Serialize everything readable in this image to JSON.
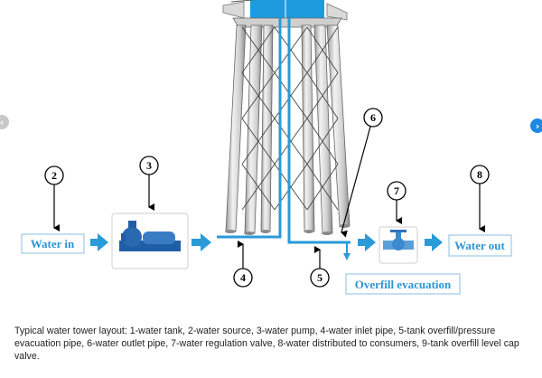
{
  "diagram": {
    "labels": {
      "water_in": "Water in",
      "water_out": "Water out",
      "overfill_evacuation": "Overfill evacuation"
    },
    "callouts": [
      "2",
      "3",
      "4",
      "5",
      "6",
      "7",
      "8"
    ]
  },
  "caption": "Typical water tower layout: 1-water tank, 2-water source, 3-water pump, 4-water inlet pipe, 5-tank overfill/pressure evacuation pipe, 6-water outlet pipe, 7-water regulation valve, 8-water distributed to consumers, 9-tank overfill level cap valve.",
  "carousel": {
    "prev_icon": "‹",
    "next_icon": "›"
  },
  "colors": {
    "pipe": "#2a9ad8",
    "label": "#2b95d6",
    "tank": "#1e9be0"
  }
}
